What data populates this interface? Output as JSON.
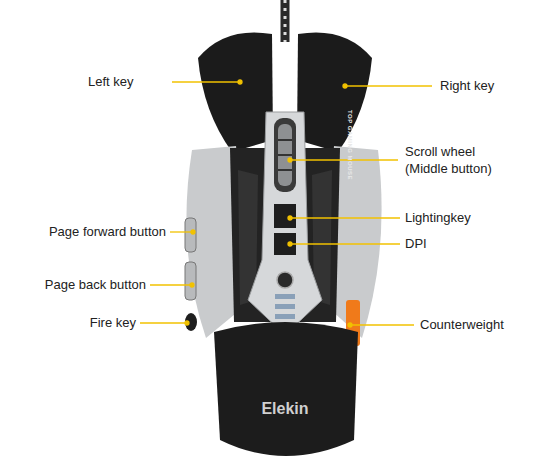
{
  "diagram": {
    "labels": [
      "Left key",
      "Right key",
      "Scroll wheel (Middle button)",
      "Lightingkey",
      "DPI",
      "Page forward button",
      "Page back button",
      "Fire key",
      "Counterweight",
      "TOP GAMING MOUSE",
      "Elekin"
    ]
  }
}
